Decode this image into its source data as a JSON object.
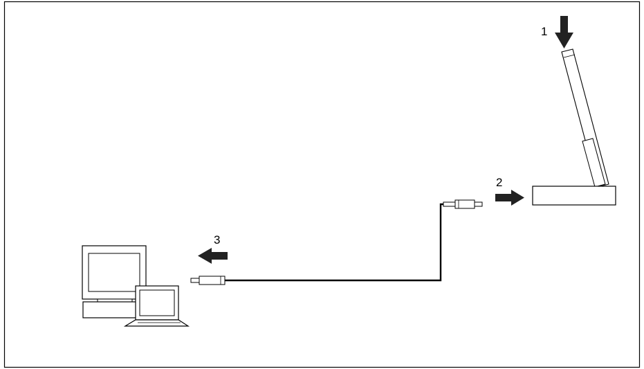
{
  "diagram": {
    "steps": [
      {
        "number": "1",
        "arrow_direction": "down"
      },
      {
        "number": "2",
        "arrow_direction": "right"
      },
      {
        "number": "3",
        "arrow_direction": "left"
      }
    ],
    "components": [
      {
        "name": "device-cradle"
      },
      {
        "name": "handheld-device"
      },
      {
        "name": "cable-plug-cradle-end"
      },
      {
        "name": "cable-plug-computer-end"
      },
      {
        "name": "desktop-computer"
      },
      {
        "name": "laptop-computer"
      }
    ]
  }
}
